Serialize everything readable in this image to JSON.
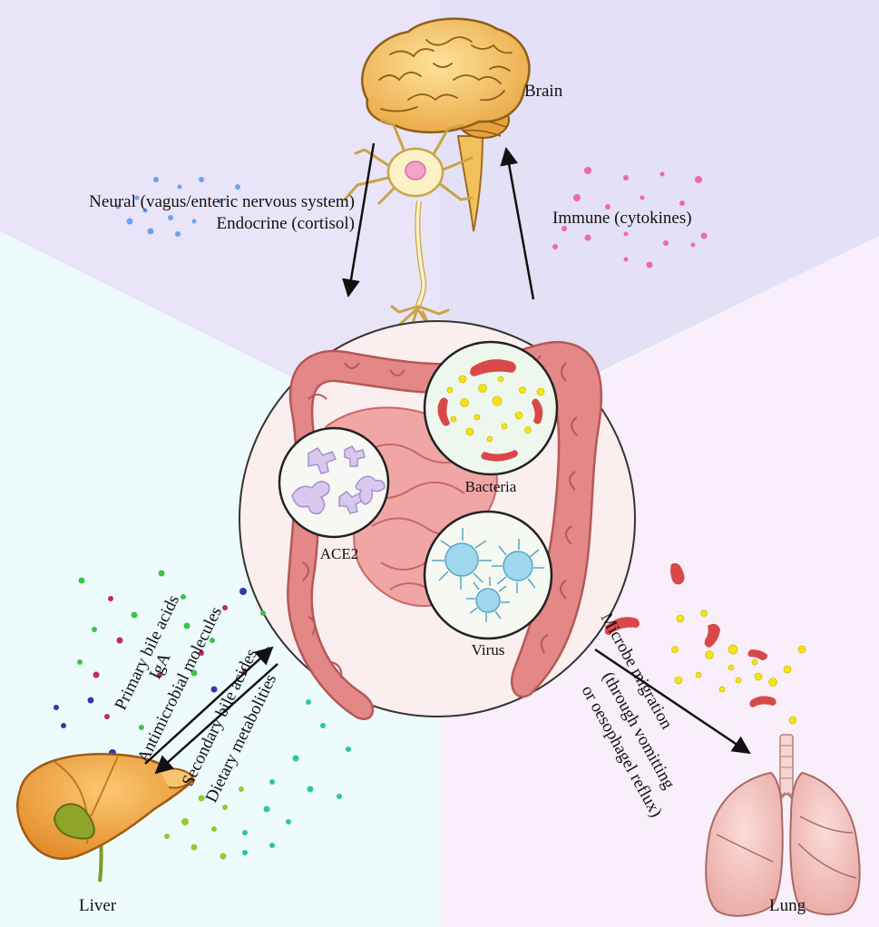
{
  "labels": {
    "brain": "Brain",
    "neural": "Neural (vagus/enteric nervous system)",
    "endocrine": "Endocrine (cortisol)",
    "immune": "Immune (cytokines)",
    "ace2": "ACE2",
    "bacteria": "Bacteria",
    "virus": "Virus",
    "liver": "Liver",
    "lung": "Lung",
    "primary_bile_acids": "Primary bile acids",
    "iga": "IgA",
    "antimicrobial_molecules": "Antimicrobial molecules",
    "secondary_bile_acids": "Secondary bile acides",
    "dietary_metabolites": "Dietary metabolities",
    "microbe_migration": "Microbe migration",
    "through_vomitting": "(through vomitting",
    "oesophagel_reflux": "or oesophagel reflux)"
  },
  "colors": {
    "top_region": "#e9e4f8",
    "left_region": "#eefbfd",
    "right_region": "#f9effb",
    "gut_circle_bg": "#fbeeee",
    "intestine": "#e48787",
    "brain": "#f3c56d",
    "liver": "#f4b04b",
    "lung": "#f3c4c0",
    "neuron": "#fbf2c8",
    "bacteria_rod": "#d94848",
    "yellow_particle": "#f5e31a",
    "ace2": "#d9c8ee",
    "virus": "#9fd8ee",
    "neural_dots": "#6ea2ee",
    "immune_dots": "#ee6aa4"
  }
}
